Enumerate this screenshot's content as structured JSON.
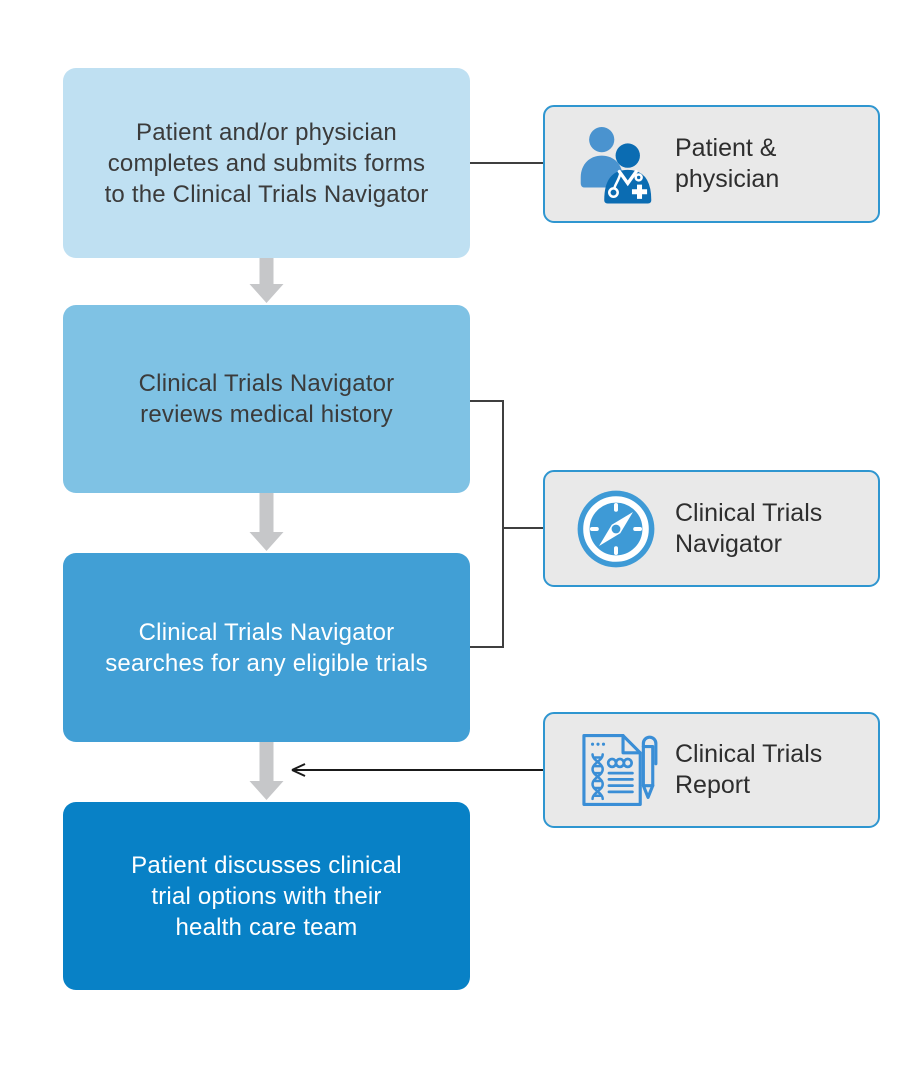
{
  "flow": {
    "steps": [
      {
        "id": "step-1",
        "label": "Patient and/or physician\ncompletes and submits forms\nto the Clinical Trials Navigator",
        "bg": "#bfe0f2",
        "text_color": "#3b3b3b"
      },
      {
        "id": "step-2",
        "label": "Clinical Trials Navigator\nreviews medical history",
        "bg": "#7fc2e4",
        "text_color": "#3b3b3b"
      },
      {
        "id": "step-3",
        "label": "Clinical Trials Navigator\nsearches for any eligible trials",
        "bg": "#419fd5",
        "text_color": "#ffffff"
      },
      {
        "id": "step-4",
        "label": "Patient discusses clinical\ntrial options with their\nhealth care team",
        "bg": "#0881c6",
        "text_color": "#ffffff"
      }
    ],
    "down_arrow_color": "#c6c7c9"
  },
  "legend": {
    "items": [
      {
        "icon": "patient-physician-icon",
        "label": "Patient &\nphysician"
      },
      {
        "icon": "compass-icon",
        "label": "Clinical Trials\nNavigator"
      },
      {
        "icon": "clinical-trials-report-icon",
        "label": "Clinical Trials\nReport"
      }
    ],
    "box_bg": "#e9e9e9",
    "box_border_color": "#2f96d0"
  },
  "connectors": {
    "line_color": "#3f3f3f"
  },
  "icon_colors": {
    "person_back_blue": "#4a93cf",
    "person_front_blue": "#0b6cb2",
    "compass_blue": "#3e9ad6",
    "report_outline_blue": "#3a8ed6"
  }
}
